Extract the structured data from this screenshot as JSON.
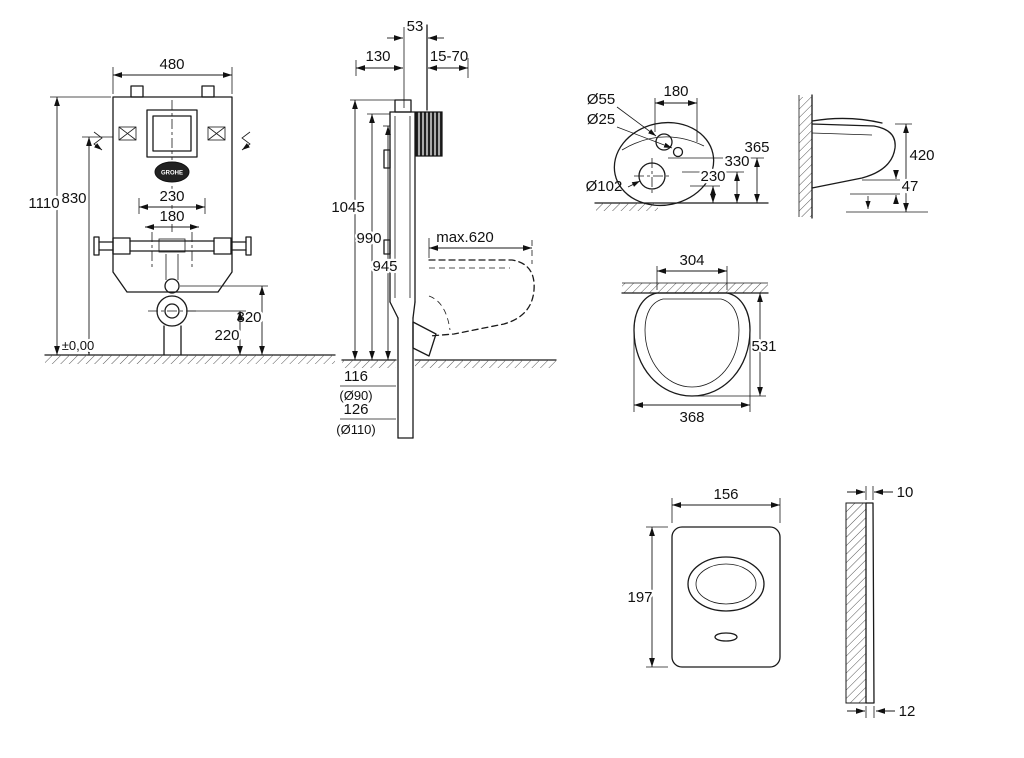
{
  "cistern_front": {
    "width": "480",
    "total_height": "1110",
    "frame_height": "830",
    "rail_width": "230",
    "bolt_spacing": "180",
    "inlet_height": "320",
    "outlet_height": "220",
    "floor_level": "±0,00",
    "logo": "GROHE"
  },
  "cistern_side": {
    "depth": "53",
    "front_offset": "130",
    "wall_range": "15-70",
    "h1": "1045",
    "h2": "990",
    "h3": "945",
    "max_depth": "max.620",
    "drain1": "116",
    "drain1_dia": "(Ø90)",
    "drain2": "126",
    "drain2_dia": "(Ø110)"
  },
  "bowl_side": {
    "dia55": "Ø55",
    "dia25": "Ø25",
    "hole_spacing": "180",
    "dia102": "Ø102",
    "h230": "230",
    "h330": "330",
    "h365": "365",
    "h420": "420",
    "gap47": "47"
  },
  "bowl_top": {
    "rear_width": "304",
    "length": "531",
    "max_width": "368"
  },
  "flush_plate": {
    "width": "156",
    "height": "197",
    "t_top": "10",
    "t_bottom": "12"
  }
}
